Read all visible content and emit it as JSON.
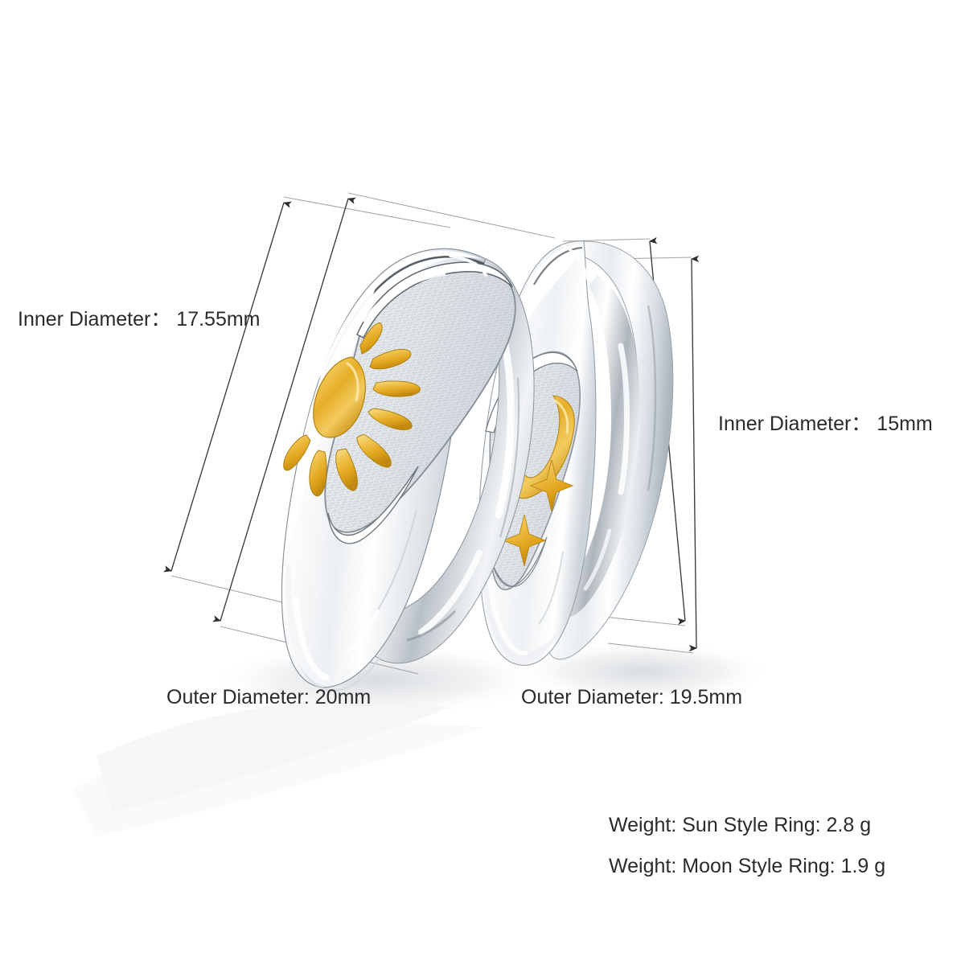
{
  "product": {
    "type": "jewelry-spec-diagram",
    "items": [
      {
        "id": "sun-ring",
        "name": "Sun Style Ring",
        "motif": "sun-icon",
        "metal_colors": {
          "band": "#ffffff",
          "accent": "#E9B73B"
        }
      },
      {
        "id": "moon-ring",
        "name": "Moon Style Ring",
        "motif": "moon-star-icon",
        "metal_colors": {
          "band": "#ffffff",
          "accent": "#E9B73B"
        }
      }
    ]
  },
  "annotations": {
    "inner_diameter_left": "Inner Diameter： 17.55mm",
    "inner_diameter_right": "Inner Diameter： 15mm",
    "outer_diameter_left": "Outer Diameter: 20mm",
    "outer_diameter_right": "Outer Diameter: 19.5mm"
  },
  "weights": {
    "sun": "Weight: Sun Style Ring: 2.8 g",
    "moon": "Weight: Moon Style Ring: 1.9 g"
  },
  "colors": {
    "background": "#ffffff",
    "text": "#2b2b2b",
    "dimension_line": "#3a3a3a",
    "leader_line": "#9a9a9a",
    "gold": "#E9B73B",
    "gold_light": "#F7D874",
    "gold_dark": "#C08B14",
    "silver_light": "#ffffff",
    "silver_mid": "#d9dde1",
    "silver_dark": "#8d939a",
    "silver_shadow": "#5c6268",
    "texture": "#c3c9cf"
  },
  "dimension_lines": [
    {
      "id": "sun-outer",
      "label_ref": "outer_diameter_left",
      "arrow_start": "up",
      "arrow_end": "down"
    },
    {
      "id": "sun-inner",
      "label_ref": "inner_diameter_left",
      "arrow_start": "up",
      "arrow_end": "down"
    },
    {
      "id": "moon-outer",
      "label_ref": "outer_diameter_right",
      "arrow_start": "up",
      "arrow_end": "down"
    },
    {
      "id": "moon-inner",
      "label_ref": "inner_diameter_right",
      "arrow_start": "up",
      "arrow_end": "down"
    }
  ]
}
